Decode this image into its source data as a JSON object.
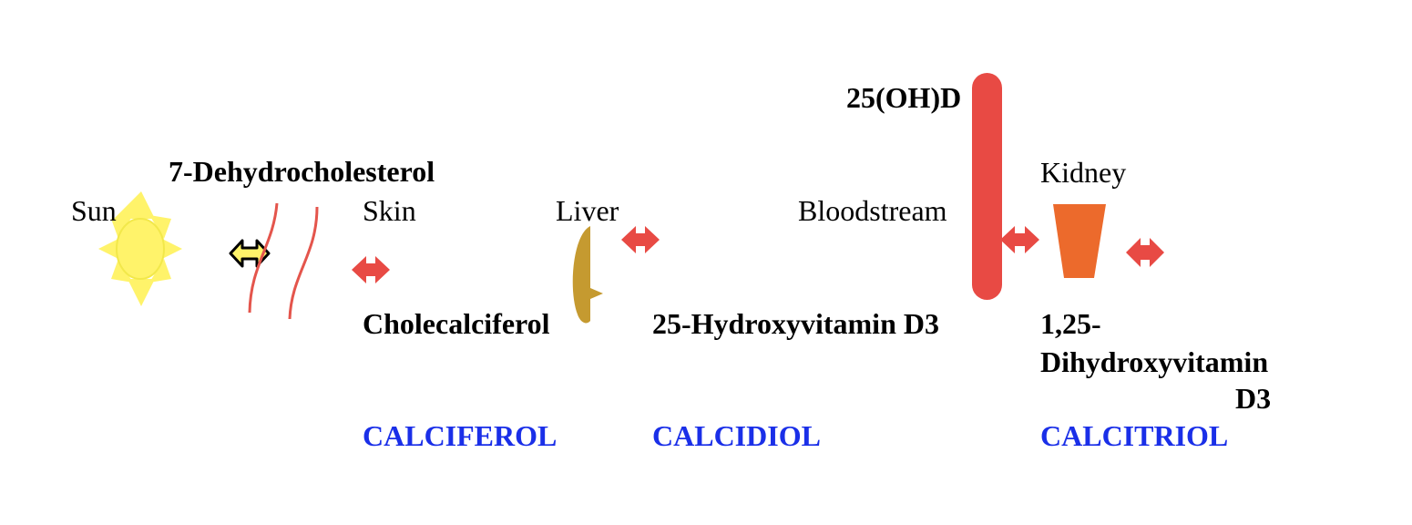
{
  "labels": {
    "sun": "Sun",
    "precursor": "7-Dehydrocholesterol",
    "skin": "Skin",
    "liver": "Liver",
    "bloodstream": "Bloodstream",
    "kidney": "Kidney",
    "circulating": "25(OH)D",
    "cholecalciferol": "Cholecalciferol",
    "hydroxyvitamin": "25-Hydroxyvitamin D3",
    "dihydroxy_line1": "1,25-",
    "dihydroxy_line2": "Dihydroxyvitamin",
    "dihydroxy_line3": "D3",
    "calciferol": "CALCIFEROL",
    "calcidiol": "CALCIDIOL",
    "calcitriol": "CALCITRIOL"
  },
  "colors": {
    "sun": "#fff36a",
    "sun_outline": "#f2e84a",
    "arrow": "#e84a44",
    "skin_line": "#e4554c",
    "liver": "#c59a30",
    "blood_vessel": "#e84a44",
    "kidney": "#ec6a2c",
    "yellow_arrow": "#fff36a",
    "trivial_name": "#1a2fe8"
  },
  "icons": [
    "sun-icon",
    "double-arrow-icon",
    "skin-layer-icon",
    "liver-icon",
    "blood-vessel-icon",
    "kidney-icon"
  ]
}
